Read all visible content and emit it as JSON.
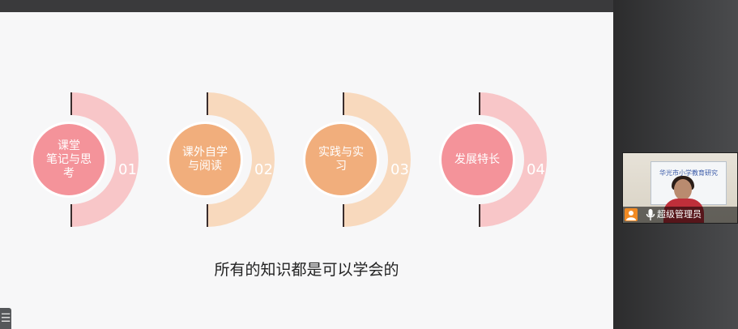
{
  "slide": {
    "items": [
      {
        "label_lines": [
          "课堂",
          "笔记与思",
          "考"
        ],
        "number": "01",
        "arc_color": "#f8c6c8",
        "circle_color": "#f4939a"
      },
      {
        "label_lines": [
          "课外自学",
          "与阅读"
        ],
        "number": "02",
        "arc_color": "#f8d9bd",
        "circle_color": "#f1ae7c"
      },
      {
        "label_lines": [
          "实践与实",
          "习"
        ],
        "number": "03",
        "arc_color": "#f8d9bd",
        "circle_color": "#f1ae7c"
      },
      {
        "label_lines": [
          "发展特长"
        ],
        "number": "04",
        "arc_color": "#f8c6c8",
        "circle_color": "#f4939a"
      }
    ],
    "caption": "所有的知识都是可以学会的"
  },
  "controls": {
    "corner_button_label": "☰"
  },
  "video": {
    "participant_name": "超级管理员",
    "screen_text": "华光市小学教育研究"
  }
}
